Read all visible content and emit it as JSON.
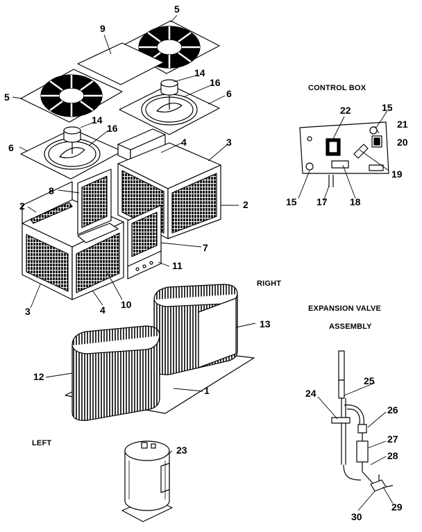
{
  "headings": {
    "control_box": "CONTROL BOX",
    "right": "RIGHT",
    "left": "LEFT",
    "expansion_valve": "EXPANSION VALVE",
    "assembly": "ASSEMBLY"
  },
  "callouts": {
    "n1": "1",
    "n2a": "2",
    "n2b": "2",
    "n3a": "3",
    "n3b": "3",
    "n4a": "4",
    "n4b": "4",
    "n5a": "5",
    "n5b": "5",
    "n6a": "6",
    "n6b": "6",
    "n7": "7",
    "n8": "8",
    "n9": "9",
    "n10": "10",
    "n11": "11",
    "n12": "12",
    "n13": "13",
    "n14a": "14",
    "n14b": "14",
    "n15a": "15",
    "n15b": "15",
    "n16a": "16",
    "n16b": "16",
    "n17": "17",
    "n18": "18",
    "n19": "19",
    "n20": "20",
    "n21": "21",
    "n22": "22",
    "n23": "23",
    "n24": "24",
    "n25": "25",
    "n26": "26",
    "n27": "27",
    "n28": "28",
    "n29": "29",
    "n30": "30"
  },
  "colors": {
    "ink": "#000000",
    "paper": "#ffffff",
    "grille": "#1a1a1a"
  }
}
